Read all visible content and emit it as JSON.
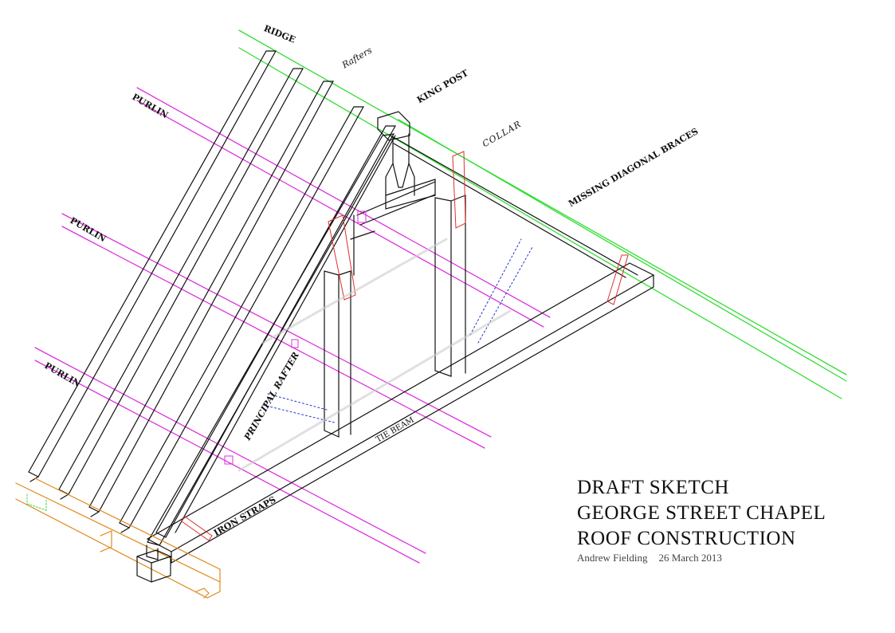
{
  "labels": {
    "ridge": "RIDGE",
    "rafters": "Rafters",
    "king_post": "KING POST",
    "collar": "COLLAR",
    "missing_braces": "MISSING DIAGONAL BRACES",
    "purlin": "PURLIN",
    "principal_rafter": "PRINCIPAL RAFTER",
    "tie_beam": "TIE BEAM",
    "iron_straps": "IRON STRAPS"
  },
  "title_block": {
    "line1": "DRAFT SKETCH",
    "line2": "GEORGE STREET CHAPEL",
    "line3": "ROOF CONSTRUCTION",
    "author": "Andrew Fielding",
    "date": "26 March 2013"
  },
  "colors": {
    "line": "#111111",
    "ridge": "#33dd33",
    "purlin": "#dd33dd",
    "wall_plate": "#e08a1e",
    "strap": "#e03030",
    "brace_dots": "#2233cc"
  }
}
